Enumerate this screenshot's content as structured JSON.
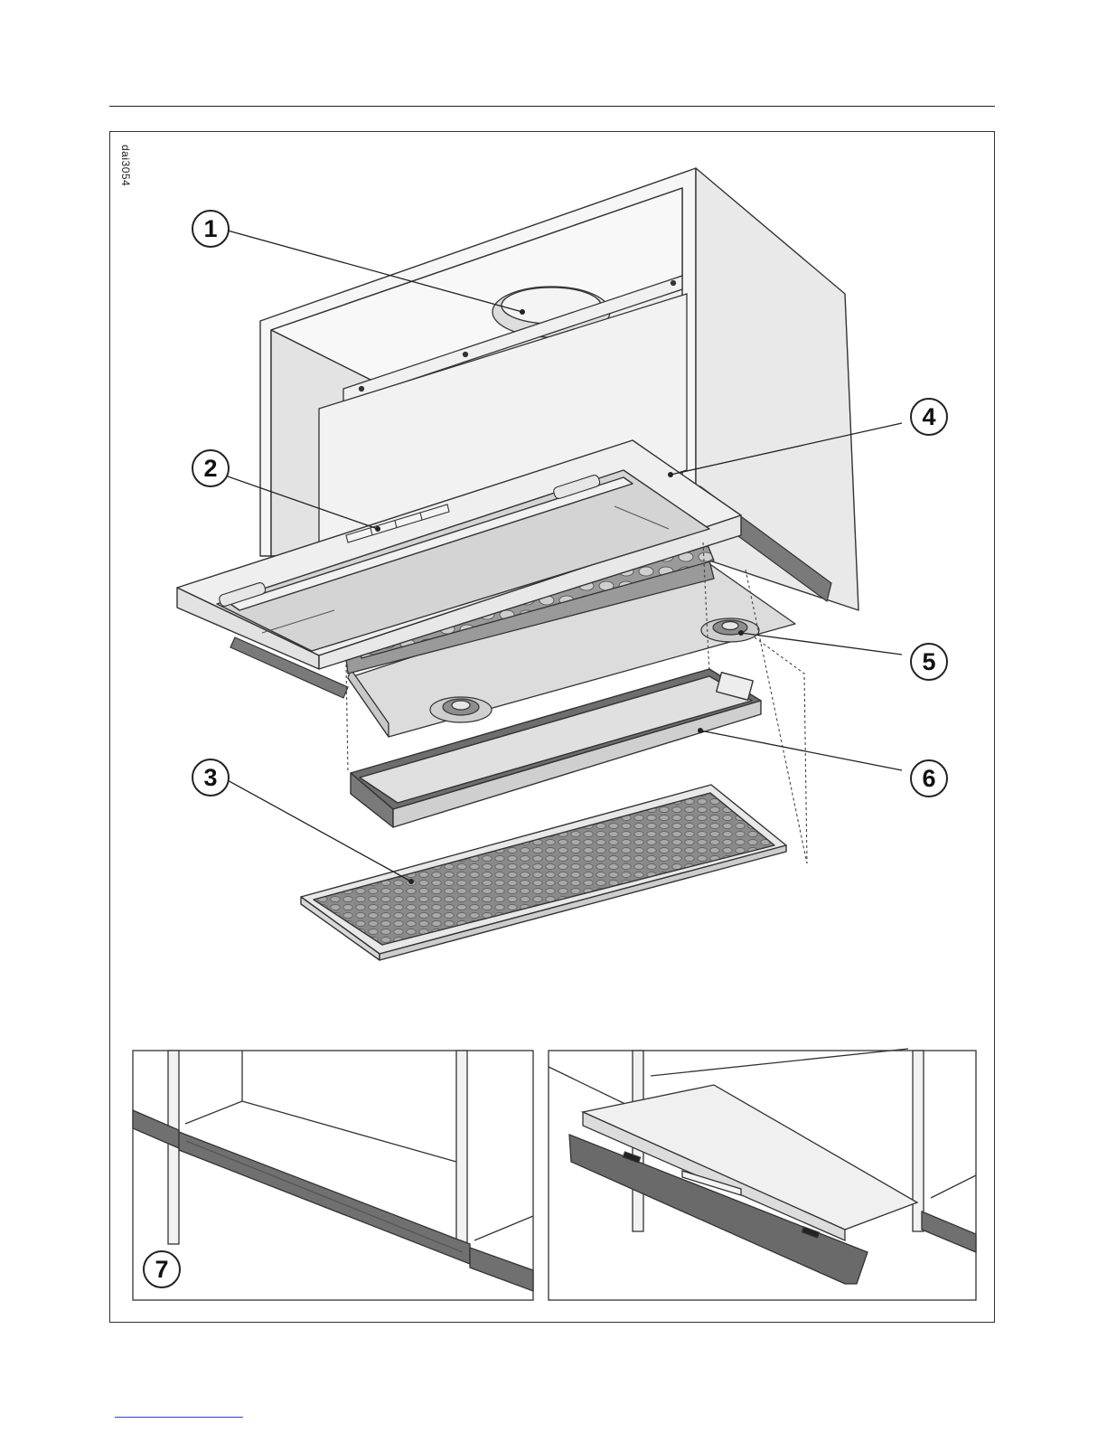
{
  "figure": {
    "code": "dai3054",
    "callouts": [
      "1",
      "2",
      "3",
      "4",
      "5",
      "6",
      "7"
    ]
  },
  "colors": {
    "line": "#333333",
    "metal_light": "#eeeeee",
    "metal_mid": "#d6d6d6",
    "metal_dark": "#7a7a7a",
    "link": "#3344cc"
  }
}
